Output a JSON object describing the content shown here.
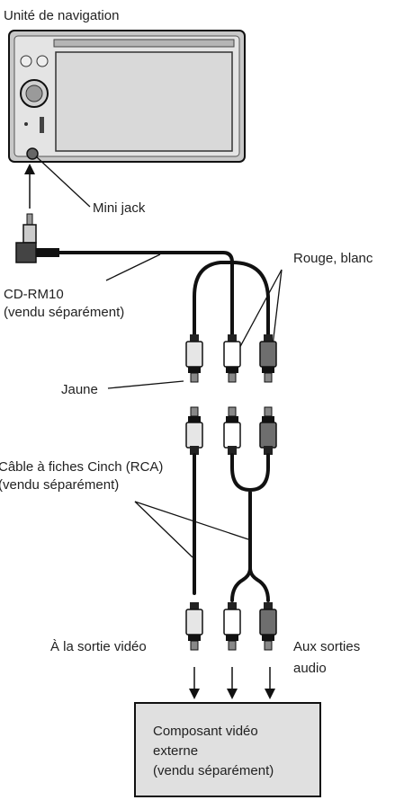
{
  "labels": {
    "nav_unit": "Unité de navigation",
    "mini_jack": "Mini jack",
    "cd_rm10_line1": "CD-RM10",
    "cd_rm10_line2": "(vendu séparément)",
    "rouge_blanc": "Rouge, blanc",
    "jaune": "Jaune",
    "cinch_line1": "Câble à fiches Cinch (RCA)",
    "cinch_line2": "(vendu séparément)",
    "video_out": "À la sortie vidéo",
    "audio_out_line1": "Aux sorties",
    "audio_out_line2": "audio"
  },
  "external_component": {
    "line1": "Composant vidéo",
    "line2": "externe",
    "line3": "(vendu séparément)"
  },
  "colors": {
    "yellow_plug": "#e6e6e6",
    "white_plug": "#ffffff",
    "red_plug": "#6e6e6e",
    "box_fill": "#e0e0e0",
    "unit_frame": "#c8c8c8",
    "screen": "#d9d9d9"
  }
}
